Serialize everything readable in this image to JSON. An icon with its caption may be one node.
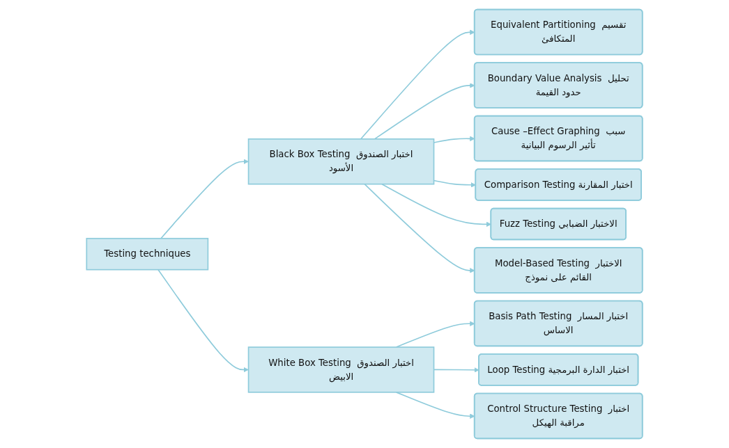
{
  "diagram": {
    "nodes": [
      {
        "text": [
          "Testing techniques"
        ]
      },
      {
        "text": [
          "Black Box Testing اختبار الصندوق الأسود"
        ]
      },
      {
        "text": [
          "Equivalent Partitioning تقسيم المتكافئ"
        ]
      },
      {
        "text": [
          "Boundary Value Analysis تحليل حدود القيمة"
        ]
      },
      {
        "text": [
          "Cause –Effect Graphing سبب تأثير الرسوم البيانية"
        ]
      },
      {
        "text": [
          "Comparison Testing اختبار المقارنة"
        ]
      },
      {
        "text": [
          "Fuzz Testing الاختبار الضبابي"
        ]
      },
      {
        "text": [
          "Model-Based Testing الاختبار القائم على نموذج"
        ]
      },
      {
        "text": [
          "White Box Testing اختبار الصندوق الابيض"
        ]
      },
      {
        "text": [
          "Basis Path Testing اختبار المسار الاساس"
        ]
      },
      {
        "text": [
          "Loop Testing اختبار الدارة البرمجية"
        ]
      },
      {
        "text": [
          "Control Structure Testing اختبار مراقبة الهيكل"
        ]
      }
    ],
    "edges": [
      {
        "from": 0,
        "to": 1,
        "arrow": "to"
      },
      {
        "from": 0,
        "to": 8,
        "arrow": "to"
      },
      {
        "from": 1,
        "to": 2,
        "arrow": "to"
      },
      {
        "from": 1,
        "to": 3,
        "arrow": "to"
      },
      {
        "from": 1,
        "to": 4,
        "arrow": "to"
      },
      {
        "from": 1,
        "to": 5,
        "arrow": "to"
      },
      {
        "from": 1,
        "to": 6,
        "arrow": "to"
      },
      {
        "from": 1,
        "to": 7,
        "arrow": "to"
      },
      {
        "from": 8,
        "to": 9,
        "arrow": "to"
      },
      {
        "from": 8,
        "to": 10,
        "arrow": "to"
      },
      {
        "from": 8,
        "to": 11,
        "arrow": "to"
      }
    ]
  }
}
